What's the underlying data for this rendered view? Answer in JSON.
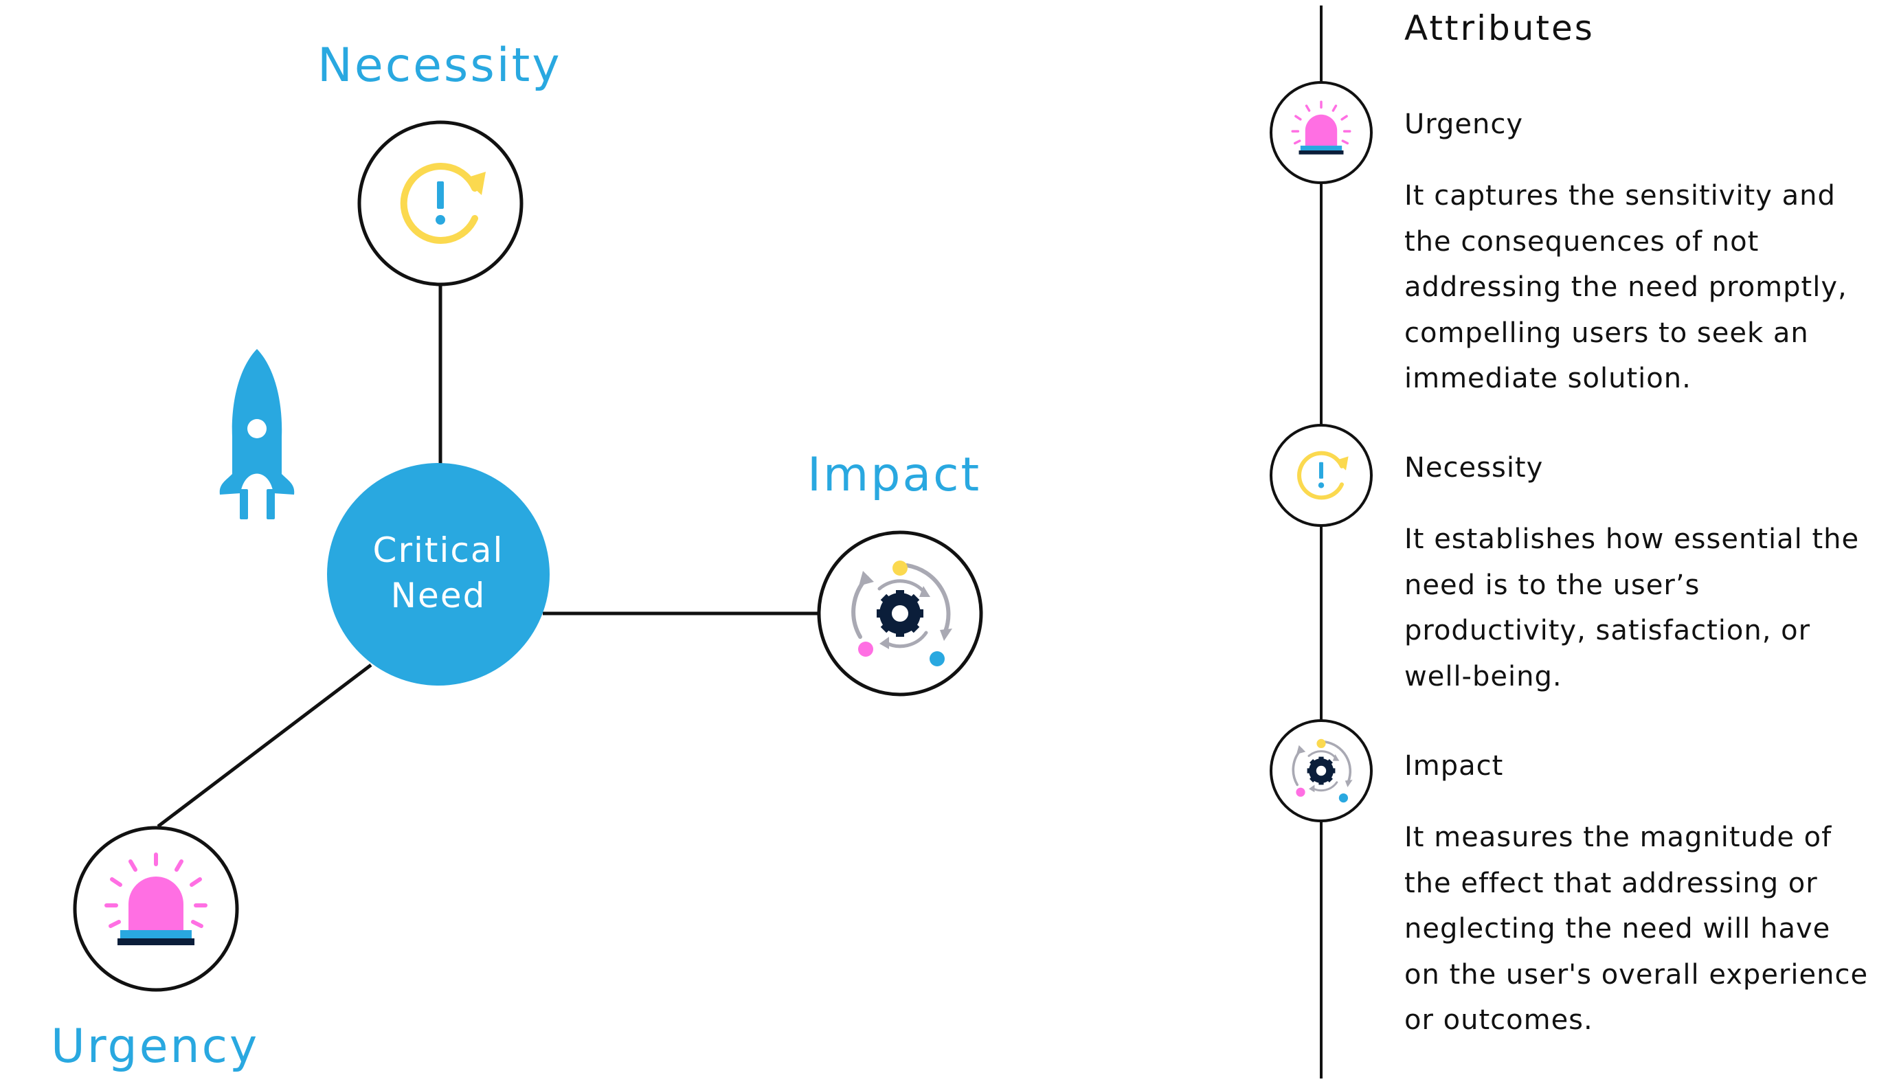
{
  "diagram": {
    "center_label_line1": "Critical",
    "center_label_line2": "Need",
    "nodes": [
      {
        "label": "Necessity",
        "icon": "refresh-exclamation-icon"
      },
      {
        "label": "Impact",
        "icon": "gear-orbit-icon"
      },
      {
        "label": "Urgency",
        "icon": "siren-icon"
      }
    ],
    "decoration_icon": "rocket-icon"
  },
  "attributes": {
    "title": "Attributes",
    "items": [
      {
        "name": "Urgency",
        "icon": "siren-icon",
        "description": "It captures the sensitivity and the consequences of not addressing the need promptly, compelling users to seek an immediate solution."
      },
      {
        "name": "Necessity",
        "icon": "refresh-exclamation-icon",
        "description": "It establishes how essential the need is to the user’s productivity, satisfaction, or well-being."
      },
      {
        "name": "Impact",
        "icon": "gear-orbit-icon",
        "description": "It measures the magnitude of the effect that addressing or neglecting the need will have on the user's overall experience or outcomes."
      }
    ]
  },
  "colors": {
    "primary_blue": "#29a8e0",
    "yellow": "#fbd94f",
    "pink": "#ff6fe3",
    "dark_navy": "#0b1e3a",
    "gray": "#a9a9b3",
    "line_black": "#111111"
  }
}
